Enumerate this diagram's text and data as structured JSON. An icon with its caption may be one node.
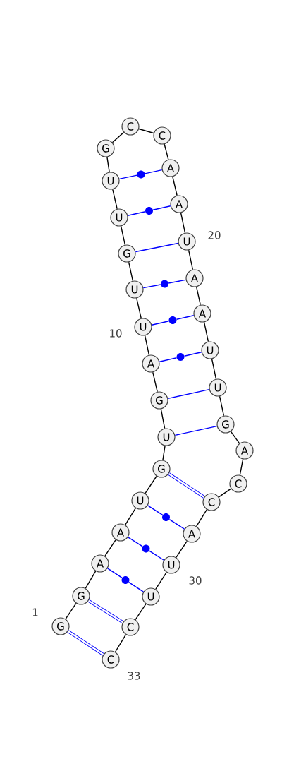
{
  "diagram": {
    "nodes": [
      {
        "text": [
          "G"
        ],
        "beside": [
          "1"
        ]
      },
      {
        "text": [
          "G"
        ]
      },
      {
        "text": [
          "A"
        ]
      },
      {
        "text": [
          "A"
        ]
      },
      {
        "text": [
          "U"
        ]
      },
      {
        "text": [
          "G"
        ]
      },
      {
        "text": [
          "U"
        ]
      },
      {
        "text": [
          "G"
        ]
      },
      {
        "text": [
          "A"
        ]
      },
      {
        "text": [
          "U"
        ],
        "beside": [
          "10"
        ]
      },
      {
        "text": [
          "U"
        ]
      },
      {
        "text": [
          "G"
        ]
      },
      {
        "text": [
          "U"
        ]
      },
      {
        "text": [
          "U"
        ]
      },
      {
        "text": [
          "G"
        ]
      },
      {
        "text": [
          "C"
        ]
      },
      {
        "text": [
          "C"
        ]
      },
      {
        "text": [
          "A"
        ]
      },
      {
        "text": [
          "A"
        ]
      },
      {
        "text": [
          "U"
        ],
        "beside": [
          "20"
        ]
      },
      {
        "text": [
          "A"
        ]
      },
      {
        "text": [
          "A"
        ]
      },
      {
        "text": [
          "U"
        ]
      },
      {
        "text": [
          "U"
        ]
      },
      {
        "text": [
          "G"
        ]
      },
      {
        "text": [
          "A"
        ]
      },
      {
        "text": [
          "C"
        ]
      },
      {
        "text": [
          "C"
        ]
      },
      {
        "text": [
          "A"
        ]
      },
      {
        "text": [
          "U"
        ],
        "beside": [
          "30"
        ]
      },
      {
        "text": [
          "U"
        ]
      },
      {
        "text": [
          "C"
        ]
      },
      {
        "text": [
          "C"
        ],
        "beside": [
          "33"
        ]
      },
      {
        "text": [],
        "shape": "circle"
      },
      {
        "text": [],
        "shape": "circle"
      },
      {
        "text": [],
        "shape": "circle"
      },
      {
        "text": [],
        "shape": "circle"
      },
      {
        "text": [],
        "shape": "circle"
      },
      {
        "text": [],
        "shape": "circle"
      },
      {
        "text": [],
        "shape": "circle"
      },
      {
        "text": [],
        "shape": "circle"
      }
    ],
    "edges": [
      {
        "from": 0,
        "to": 1,
        "arrow": "none"
      },
      {
        "from": 1,
        "to": 2,
        "arrow": "none"
      },
      {
        "from": 2,
        "to": 3,
        "arrow": "none"
      },
      {
        "from": 3,
        "to": 4,
        "arrow": "none"
      },
      {
        "from": 4,
        "to": 5,
        "arrow": "none"
      },
      {
        "from": 5,
        "to": 6,
        "arrow": "none"
      },
      {
        "from": 6,
        "to": 7,
        "arrow": "none"
      },
      {
        "from": 7,
        "to": 8,
        "arrow": "none"
      },
      {
        "from": 8,
        "to": 9,
        "arrow": "none"
      },
      {
        "from": 9,
        "to": 10,
        "arrow": "none"
      },
      {
        "from": 10,
        "to": 11,
        "arrow": "none"
      },
      {
        "from": 11,
        "to": 12,
        "arrow": "none"
      },
      {
        "from": 12,
        "to": 13,
        "arrow": "none"
      },
      {
        "from": 13,
        "to": 14,
        "arrow": "none"
      },
      {
        "from": 14,
        "to": 15,
        "arrow": "none"
      },
      {
        "from": 15,
        "to": 16,
        "arrow": "none"
      },
      {
        "from": 16,
        "to": 17,
        "arrow": "none"
      },
      {
        "from": 17,
        "to": 18,
        "arrow": "none"
      },
      {
        "from": 18,
        "to": 19,
        "arrow": "none"
      },
      {
        "from": 19,
        "to": 20,
        "arrow": "none"
      },
      {
        "from": 20,
        "to": 21,
        "arrow": "none"
      },
      {
        "from": 21,
        "to": 22,
        "arrow": "none"
      },
      {
        "from": 22,
        "to": 23,
        "arrow": "none"
      },
      {
        "from": 23,
        "to": 24,
        "arrow": "none"
      },
      {
        "from": 24,
        "to": 25,
        "arrow": "none"
      },
      {
        "from": 25,
        "to": 26,
        "arrow": "none"
      },
      {
        "from": 26,
        "to": 27,
        "arrow": "none"
      },
      {
        "from": 27,
        "to": 28,
        "arrow": "none"
      },
      {
        "from": 28,
        "to": 29,
        "arrow": "none"
      },
      {
        "from": 29,
        "to": 30,
        "arrow": "none"
      },
      {
        "from": 30,
        "to": 31,
        "arrow": "none"
      },
      {
        "from": 31,
        "to": 32,
        "arrow": "none"
      },
      {
        "from": 0,
        "to": 32,
        "arrow": "none",
        "style": "thick",
        "color": "#0000ff"
      },
      {
        "from": 1,
        "to": 31,
        "arrow": "none",
        "style": "thick",
        "color": "#0000ff"
      },
      {
        "from": 5,
        "to": 27,
        "arrow": "none",
        "style": "thick",
        "color": "#0000ff"
      },
      {
        "from": 6,
        "to": 24,
        "arrow": "none",
        "color": "#0000ff"
      },
      {
        "from": 7,
        "to": 23,
        "arrow": "none",
        "color": "#0000ff"
      },
      {
        "from": 11,
        "to": 19,
        "arrow": "none",
        "color": "#0000ff"
      },
      {
        "from": 13,
        "to": 33,
        "arrow": "none",
        "color": "#0000ff"
      },
      {
        "from": 33,
        "to": 17,
        "arrow": "none",
        "color": "#0000ff"
      },
      {
        "from": 12,
        "to": 34,
        "arrow": "none",
        "color": "#0000ff"
      },
      {
        "from": 34,
        "to": 18,
        "arrow": "none",
        "color": "#0000ff"
      },
      {
        "from": 10,
        "to": 35,
        "arrow": "none",
        "color": "#0000ff"
      },
      {
        "from": 35,
        "to": 20,
        "arrow": "none",
        "color": "#0000ff"
      },
      {
        "from": 9,
        "to": 36,
        "arrow": "none",
        "color": "#0000ff"
      },
      {
        "from": 36,
        "to": 21,
        "arrow": "none",
        "color": "#0000ff"
      },
      {
        "from": 8,
        "to": 37,
        "arrow": "none",
        "color": "#0000ff"
      },
      {
        "from": 37,
        "to": 22,
        "arrow": "none",
        "color": "#0000ff"
      },
      {
        "from": 4,
        "to": 38,
        "arrow": "none",
        "color": "#0000ff"
      },
      {
        "from": 38,
        "to": 28,
        "arrow": "none",
        "color": "#0000ff"
      },
      {
        "from": 3,
        "to": 39,
        "arrow": "none",
        "color": "#0000ff"
      },
      {
        "from": 39,
        "to": 29,
        "arrow": "none",
        "color": "#0000ff"
      },
      {
        "from": 2,
        "to": 40,
        "arrow": "none",
        "color": "#0000ff"
      },
      {
        "from": 40,
        "to": 30,
        "arrow": "none",
        "color": "#0000ff"
      }
    ]
  }
}
